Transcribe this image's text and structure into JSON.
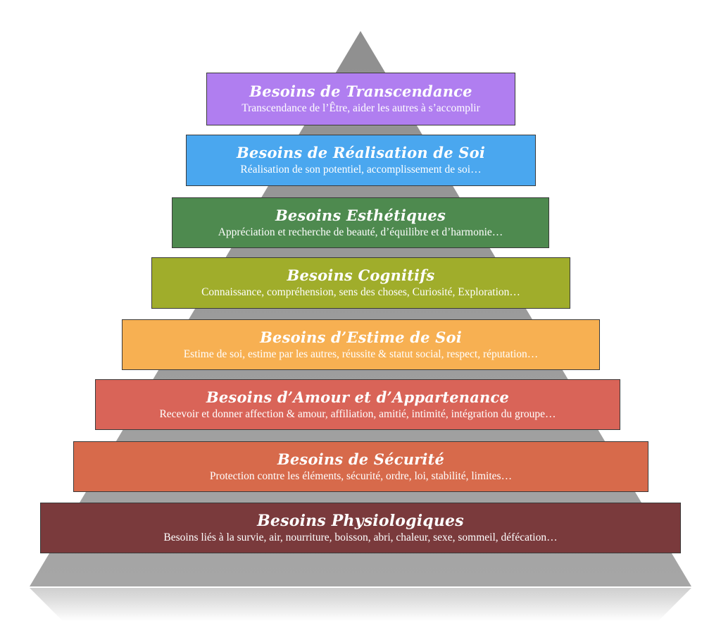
{
  "diagram": {
    "type": "pyramid",
    "levels": [
      {
        "title": "Besoins de Transcendance",
        "description": "Transcendance de l’Être, aider les autres à s’accomplir",
        "color": "#b07ef0"
      },
      {
        "title": "Besoins de Réalisation de Soi",
        "description": "Réalisation de son potentiel, accomplissement de soi…",
        "color": "#4aa7ef"
      },
      {
        "title": "Besoins Esthétiques",
        "description": "Appréciation et recherche de beauté, d’équilibre et d’harmonie…",
        "color": "#4e8a4f"
      },
      {
        "title": "Besoins Cognitifs",
        "description": "Connaissance, compréhension, sens des choses, Curiosité, Exploration…",
        "color": "#a0ad2b"
      },
      {
        "title": "Besoins d’Estime de Soi",
        "description": "Estime de soi, estime par les autres, réussite & statut social, respect, réputation…",
        "color": "#f7b052"
      },
      {
        "title": "Besoins d’Amour et d’Appartenance",
        "description": "Recevoir et donner affection & amour, affiliation, amitié, intimité, intégration du groupe…",
        "color": "#d96458"
      },
      {
        "title": "Besoins de Sécurité",
        "description": "Protection contre les éléments, sécurité, ordre, loi, stabilité, limites…",
        "color": "#d76a4b"
      },
      {
        "title": "Besoins Physiologiques",
        "description": "Besoins liés à la survie, air, nourriture, boisson, abri, chaleur, sexe, sommeil, défécation…",
        "color": "#7a3a3c"
      }
    ],
    "pyramid_color": "#9b9b9b"
  }
}
